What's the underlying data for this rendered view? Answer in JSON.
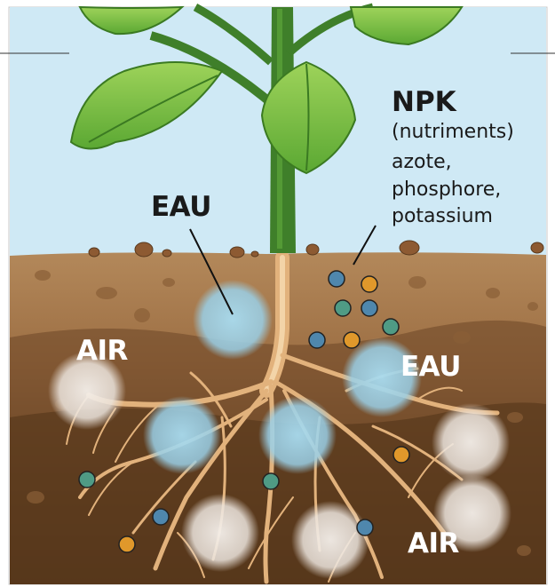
{
  "labels": {
    "water_top": "EAU",
    "npk_title": "NPK",
    "npk_sub": "(nutriments)",
    "npk_n": "azote,",
    "npk_p": "phosphore,",
    "npk_k": "potassium",
    "water_right": "EAU",
    "air_left": "AIR",
    "air_right": "AIR"
  },
  "colors": {
    "sky": "#cfe9f5",
    "soil_light": "#a97c4f",
    "soil_mid": "#7e5633",
    "soil_dark": "#4e3219",
    "stem": "#3f7f2a",
    "leaf": "#7cc242",
    "root": "#e0b27e",
    "water_bubble": "#9fd3ea",
    "air_bubble": "#efe9e3",
    "nutrient_blue": "#4f87ad",
    "nutrient_orange": "#e0982b",
    "nutrient_teal": "#4f9b85"
  }
}
